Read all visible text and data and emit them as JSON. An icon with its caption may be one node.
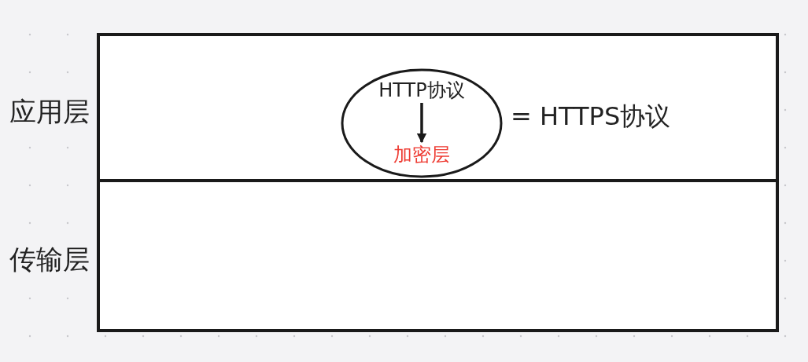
{
  "diagram": {
    "nodes": [
      {
        "text": [
          "应用层"
        ]
      },
      {
        "text": [
          "传输层"
        ]
      },
      {
        "text": [],
        "shape": "ellipse",
        "in": 0,
        "beside": [
          "= HTTPS协议"
        ]
      },
      {
        "text": [
          "HTTP协议"
        ],
        "in": 2
      },
      {
        "text": [
          "加密层"
        ],
        "in": 2
      }
    ],
    "edges": [
      {
        "from": 3,
        "to": 4,
        "arrow": "to"
      }
    ]
  }
}
